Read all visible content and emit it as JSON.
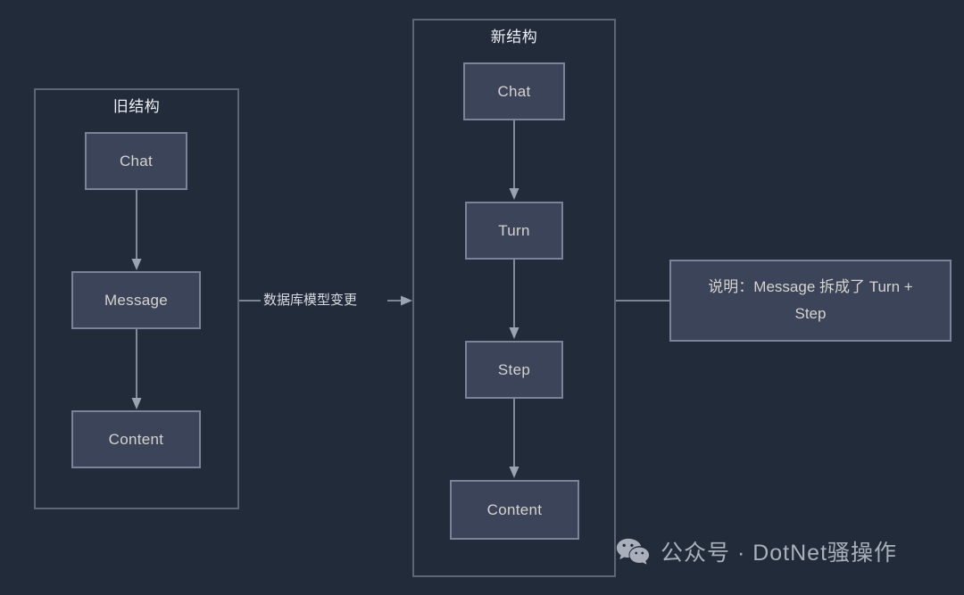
{
  "canvas": {
    "background_color": "#222b3a",
    "node_fill": "#3b4458",
    "node_border": "#79839a",
    "group_border": "#5d6676",
    "text_color": "#d6d3ce",
    "title_color": "#eceff4",
    "edge_color": "#9aa3b2"
  },
  "groups": [
    {
      "id": "old-structure",
      "title": "旧结构",
      "nodes": [
        {
          "id": "old-chat",
          "label": "Chat"
        },
        {
          "id": "old-message",
          "label": "Message"
        },
        {
          "id": "old-content",
          "label": "Content"
        }
      ]
    },
    {
      "id": "new-structure",
      "title": "新结构",
      "nodes": [
        {
          "id": "new-chat",
          "label": "Chat"
        },
        {
          "id": "new-turn",
          "label": "Turn"
        },
        {
          "id": "new-step",
          "label": "Step"
        },
        {
          "id": "new-content",
          "label": "Content"
        }
      ]
    }
  ],
  "edges": {
    "migration_label": "数据库模型变更"
  },
  "note": {
    "text": "说明：Message 拆成了 Turn + Step"
  },
  "watermark": {
    "icon": "wechat-icon",
    "text": "公众号 · DotNet骚操作"
  }
}
